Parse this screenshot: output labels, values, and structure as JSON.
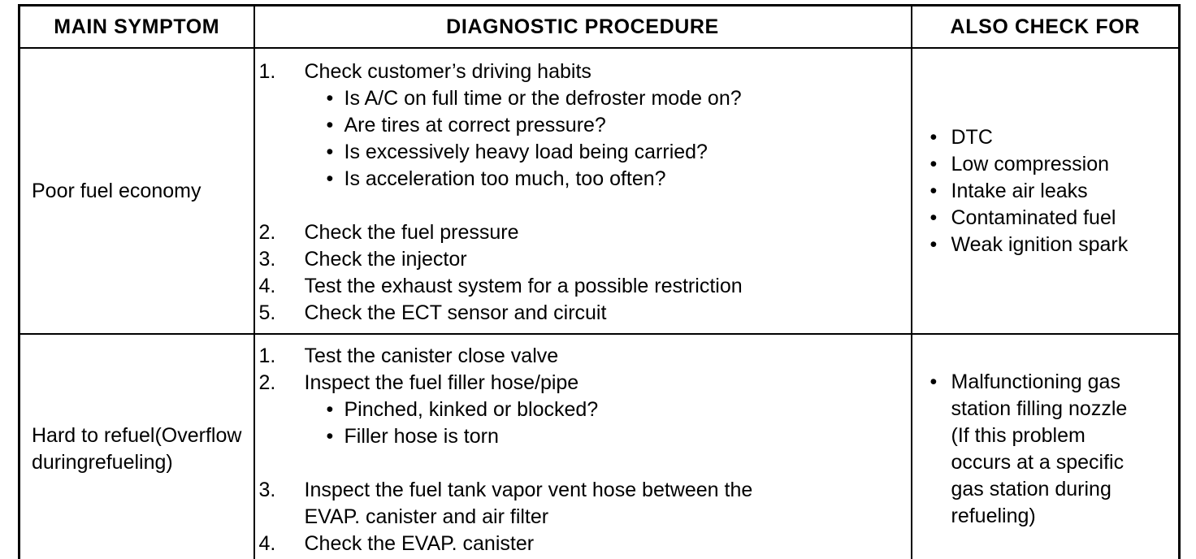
{
  "table": {
    "headers": [
      {
        "label": "MAIN SYMPTOM"
      },
      {
        "label": "DIAGNOSTIC PROCEDURE"
      },
      {
        "label": "ALSO CHECK FOR"
      }
    ],
    "bullet_glyph": "•",
    "rows": [
      {
        "symptom": "Poor fuel economy",
        "steps": [
          {
            "num": "1.",
            "text": "Check customer’s driving habits",
            "sub": [
              "Is A/C on full time or the defroster mode on?",
              "Are tires at correct pressure?",
              "Is excessively heavy load being carried?",
              "Is acceleration too much, too often?"
            ],
            "gap_before": false
          },
          {
            "num": "2.",
            "text": "Check the fuel pressure",
            "sub": [],
            "gap_before": true
          },
          {
            "num": "3.",
            "text": "Check the injector",
            "sub": [],
            "gap_before": false
          },
          {
            "num": "4.",
            "text": "Test the exhaust system for a possible restriction",
            "sub": [],
            "gap_before": false
          },
          {
            "num": "5.",
            "text": "Check the ECT sensor and circuit",
            "sub": [],
            "gap_before": false
          }
        ],
        "also_check": [
          {
            "lines": [
              "DTC"
            ]
          },
          {
            "lines": [
              "Low compression"
            ]
          },
          {
            "lines": [
              "Intake air leaks"
            ]
          },
          {
            "lines": [
              "Contaminated fuel"
            ]
          },
          {
            "lines": [
              "Weak ignition spark"
            ]
          }
        ]
      },
      {
        "symptom": "Hard to refuel\n(Overflow during\nrefueling)",
        "steps": [
          {
            "num": "1.",
            "text": "Test the canister close valve",
            "sub": [],
            "gap_before": false
          },
          {
            "num": "2.",
            "text": "Inspect the fuel filler hose/pipe",
            "sub": [
              "Pinched, kinked or blocked?",
              "Filler hose is torn"
            ],
            "gap_before": false
          },
          {
            "num": "3.",
            "text": "Inspect the fuel tank vapor vent hose between the\nEVAP. canister and air filter",
            "sub": [],
            "gap_before": true
          },
          {
            "num": "4.",
            "text": "Check the EVAP. canister",
            "sub": [],
            "gap_before": false
          }
        ],
        "also_check": [
          {
            "lines": [
              "Malfunctioning gas",
              "station filling nozzle",
              "(If this problem",
              "occurs at a specific",
              "gas station during",
              "refueling)"
            ]
          }
        ]
      }
    ]
  }
}
